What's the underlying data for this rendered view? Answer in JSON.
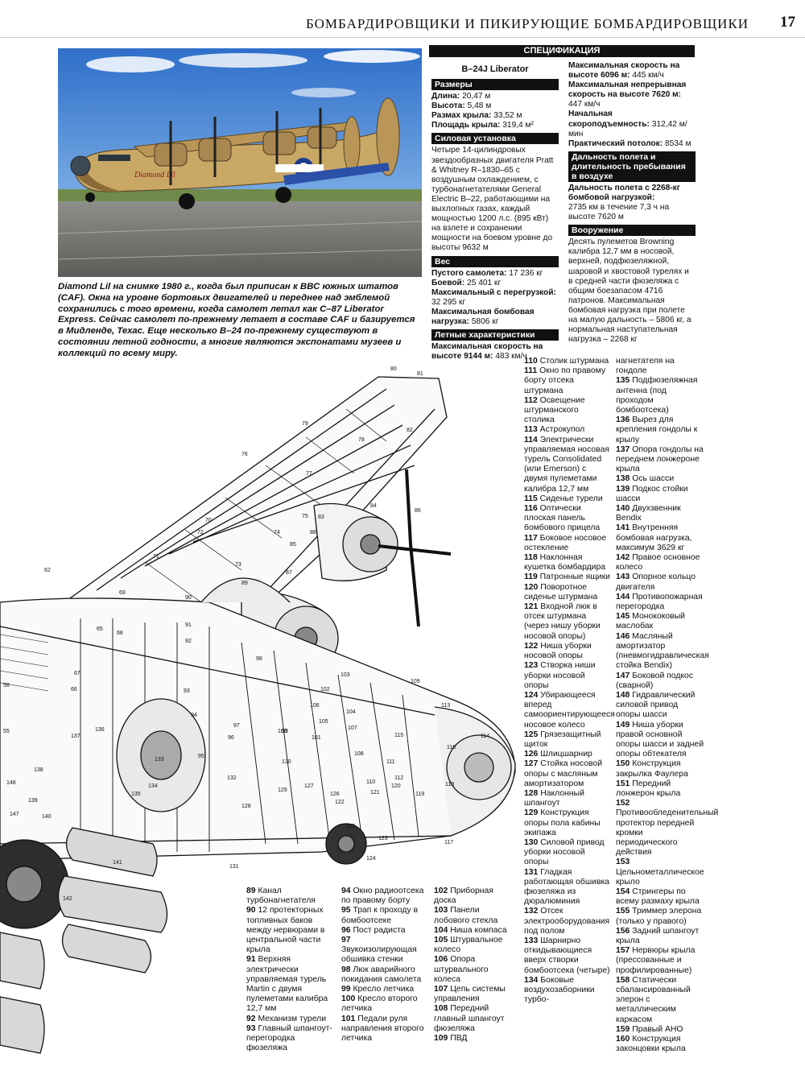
{
  "header": {
    "title": "БОМБАРДИРОВЩИКИ И ПИКИРУЮЩИЕ БОМБАРДИРОВЩИКИ",
    "page": "17"
  },
  "photo": {
    "nose_art": "Diamond Lil"
  },
  "caption": "Diamond Lil на снимке 1980 г., когда был приписан к ВВС южных штатов (CAF). Окна на уровне бортовых двигателей и переднее над эмблемой сохранились с того времени, когда самолет летал как С–87 Liberator Express. Сейчас самолет по-прежнему летает в составе CAF и базируется в Мидленде, Техас. Еще несколько В–24 по-прежнему существуют в состоянии летной годности, а многие являются экспонатами музеев и коллекций по всему миру.",
  "spec": {
    "title": "СПЕЦИФИКАЦИЯ",
    "model": "B–24J Liberator",
    "dimensions": {
      "header": "Размеры",
      "rows": [
        {
          "label": "Длина:",
          "value": "20,47 м"
        },
        {
          "label": "Высота:",
          "value": "5,48 м"
        },
        {
          "label": "Размах крыла:",
          "value": "33,52 м"
        },
        {
          "label": "Площадь крыла:",
          "value": "319,4 м²"
        }
      ]
    },
    "powerplant": {
      "header": "Силовая установка",
      "text": "Четыре 14-цилиндровых звездообразных двигателя Pratt & Whitney R–1830–65 с воздушным охлаждением, с турбонагнетателями General Electric B–22, работающими на выхлопных газах, каждый мощностью 1200 л.с. (895 кВт) на взлете и сохранении мощности на боевом уровне до высоты 9632 м"
    },
    "weight": {
      "header": "Вес",
      "rows": [
        {
          "label": "Пустого самолета:",
          "value": "17 236 кг"
        },
        {
          "label": "Боевой:",
          "value": "25 401 кг"
        },
        {
          "label": "Максимальный с перегрузкой:",
          "value": "32 295 кг"
        },
        {
          "label": "Максимальная бомбовая нагрузка:",
          "value": "5806 кг"
        }
      ]
    },
    "performance": {
      "header": "Летные характеристики",
      "rows": [
        {
          "label": "Максимальная скорость на высоте 9144 м:",
          "value": "483 км/ч"
        },
        {
          "label": "Максимальная скорость на высоте 6096 м:",
          "value": "445 км/ч"
        },
        {
          "label": "Максимальная непрерывная скорость на высоте 7620 м:",
          "value": "447 км/ч"
        },
        {
          "label": "Начальная скороподъемность:",
          "value": "312,42 м/мин"
        },
        {
          "label": "Практический потолок:",
          "value": "8534 м"
        }
      ]
    },
    "range": {
      "header": "Дальность полета и длительность пребывания в воздухе",
      "label": "Дальность полета с 2268-кг бомбовой нагрузкой:",
      "value": "2735 км в течение 7,3 ч на высоте 7620 м"
    },
    "armament": {
      "header": "Вооружение",
      "text": "Десять пулеметов Browning калибра 12,7 мм в носовой, верхней, подфюзеляжной, шаровой и хвостовой турелях и в средней части фюзеляжа с общим боезапасом 4716 патронов. Максимальная бомбовая нагрузка при полете на малую дальность – 5806 кг, а нормальная наступательная нагрузка – 2268 кг"
    }
  },
  "legend": {
    "col1": [
      {
        "n": "89",
        "t": "Канал турбонагнетателя"
      },
      {
        "n": "90",
        "t": "12 протекторных топливных баков между нервюрами в центральной части крыла"
      },
      {
        "n": "91",
        "t": "Верхняя электрически управляемая турель Martin с двумя пулеметами калибра 12,7 мм"
      },
      {
        "n": "92",
        "t": "Механизм турели"
      },
      {
        "n": "93",
        "t": "Главный шпангоут-перегородка фюзеляжа"
      }
    ],
    "col2": [
      {
        "n": "94",
        "t": "Окно радиоотсека по правому борту"
      },
      {
        "n": "95",
        "t": "Трап к проходу в бомбоотсеке"
      },
      {
        "n": "96",
        "t": "Пост радиста"
      },
      {
        "n": "97",
        "t": "Звукоизолирующая обшивка стенки"
      },
      {
        "n": "98",
        "t": "Люк аварийного покидания самолета"
      },
      {
        "n": "99",
        "t": "Кресло летчика"
      },
      {
        "n": "100",
        "t": "Кресло второго летчика"
      },
      {
        "n": "101",
        "t": "Педали руля направления второго летчика"
      }
    ],
    "col3": [
      {
        "n": "102",
        "t": "Приборная доска"
      },
      {
        "n": "103",
        "t": "Панели лобового стекла"
      },
      {
        "n": "104",
        "t": "Ниша компаса"
      },
      {
        "n": "105",
        "t": "Штурвальное колесо"
      },
      {
        "n": "106",
        "t": "Опора штурвального колеса"
      },
      {
        "n": "107",
        "t": "Цепь системы управления"
      },
      {
        "n": "108",
        "t": "Передний главный шпангоут фюзеляжа"
      },
      {
        "n": "109",
        "t": "ПВД"
      }
    ],
    "col4": [
      {
        "n": "110",
        "t": "Столик штурмана"
      },
      {
        "n": "111",
        "t": "Окно по правому борту отсека штурмана"
      },
      {
        "n": "112",
        "t": "Освещение штурманского столика"
      },
      {
        "n": "113",
        "t": "Астрокупол"
      },
      {
        "n": "114",
        "t": "Электрически управляемая носовая турель Consolidated (или Emerson) с двумя пулеметами калибра 12,7 мм"
      },
      {
        "n": "115",
        "t": "Сиденье турели"
      },
      {
        "n": "116",
        "t": "Оптически плоская панель бомбового прицела"
      },
      {
        "n": "117",
        "t": "Боковое носовое остекление"
      },
      {
        "n": "118",
        "t": "Наклонная кушетка бомбардира"
      },
      {
        "n": "119",
        "t": "Патронные ящики"
      },
      {
        "n": "120",
        "t": "Поворотное сиденье штурмана"
      },
      {
        "n": "121",
        "t": "Входной люк в отсек штурмана (через нишу уборки носовой опоры)"
      },
      {
        "n": "122",
        "t": "Ниша уборки носовой опоры"
      },
      {
        "n": "123",
        "t": "Створка ниши уборки носовой опоры"
      },
      {
        "n": "124",
        "t": "Убирающееся вперед самоориентирующееся носовое колесо"
      },
      {
        "n": "125",
        "t": "Грязезащитный щиток"
      },
      {
        "n": "126",
        "t": "Шлицшарнир"
      },
      {
        "n": "127",
        "t": "Стойка носовой опоры с масляным амортизатором"
      },
      {
        "n": "128",
        "t": "Наклонный шпангоут"
      },
      {
        "n": "129",
        "t": "Конструкция опоры пола кабины экипажа"
      },
      {
        "n": "130",
        "t": "Силовой привод уборки носовой опоры"
      },
      {
        "n": "131",
        "t": "Гладкая работающая обшивка фюзеляжа из дюралюминия"
      },
      {
        "n": "132",
        "t": "Отсек электрооборудования под полом"
      },
      {
        "n": "133",
        "t": "Шарнирно откидывающиеся вверх створки бомбоотсека (четыре)"
      },
      {
        "n": "134",
        "t": "Боковые воздухозаборники турбо-"
      }
    ],
    "col5": [
      {
        "n": "",
        "t": "нагнетателя на гондоле"
      },
      {
        "n": "135",
        "t": "Подфюзеляжная антенна (под проходом бомбоотсека)"
      },
      {
        "n": "136",
        "t": "Вырез для крепления гондолы к крылу"
      },
      {
        "n": "137",
        "t": "Опора гондолы на переднем лонжероне крыла"
      },
      {
        "n": "138",
        "t": "Ось шасси"
      },
      {
        "n": "139",
        "t": "Подкос стойки шасси"
      },
      {
        "n": "140",
        "t": "Двухзвенник Bendix"
      },
      {
        "n": "141",
        "t": "Внутренняя бомбовая нагрузка, максимум 3629 кг"
      },
      {
        "n": "142",
        "t": "Правое основное колесо"
      },
      {
        "n": "143",
        "t": "Опорное кольцо двигателя"
      },
      {
        "n": "144",
        "t": "Противопожарная перегородка"
      },
      {
        "n": "145",
        "t": "Монококовый маслобак"
      },
      {
        "n": "146",
        "t": "Масляный амортизатор (пневмогидравлическая стойка Bendix)"
      },
      {
        "n": "147",
        "t": "Боковой подкос (сварной)"
      },
      {
        "n": "148",
        "t": "Гидравлический силовой привод опоры шасси"
      },
      {
        "n": "149",
        "t": "Ниша уборки правой основной опоры шасси и задней опоры обтекателя"
      },
      {
        "n": "150",
        "t": "Конструкция закрылка Фаулера"
      },
      {
        "n": "151",
        "t": "Передний лонжерон крыла"
      },
      {
        "n": "152",
        "t": "Противообледенительный протектор передней кромки периодического действия"
      },
      {
        "n": "153",
        "t": "Цельнометаллическое крыло"
      },
      {
        "n": "154",
        "t": "Стрингеры по всему размаху крыла"
      },
      {
        "n": "155",
        "t": "Триммер элерона (только у правого)"
      },
      {
        "n": "156",
        "t": "Задний шпангоут крыла"
      },
      {
        "n": "157",
        "t": "Нервюры крыла (прессованные и профилированные)"
      },
      {
        "n": "158",
        "t": "Статически сбалансированный элерон с металлическим каркасом"
      },
      {
        "n": "159",
        "t": "Правый АНО"
      },
      {
        "n": "160",
        "t": "Конструкция законцовки крыла"
      }
    ]
  },
  "callouts": [
    "55",
    "58",
    "62",
    "65",
    "66",
    "67",
    "68",
    "69",
    "70",
    "71",
    "72",
    "73",
    "74",
    "75",
    "76",
    "77",
    "78",
    "79",
    "80",
    "81",
    "82",
    "83",
    "84",
    "85",
    "86",
    "87",
    "88",
    "89",
    "90",
    "91",
    "92",
    "93",
    "94",
    "95",
    "96",
    "97",
    "98",
    "99",
    "100",
    "101",
    "102",
    "103",
    "104",
    "105",
    "106",
    "107",
    "108",
    "109",
    "110",
    "111",
    "112",
    "113",
    "114",
    "115",
    "116",
    "117",
    "118",
    "119",
    "120",
    "121",
    "122",
    "123",
    "124",
    "125",
    "126",
    "127",
    "128",
    "129",
    "130",
    "131",
    "132",
    "133",
    "134",
    "135",
    "136",
    "137",
    "138",
    "139",
    "140",
    "141",
    "142",
    "147",
    "148"
  ]
}
